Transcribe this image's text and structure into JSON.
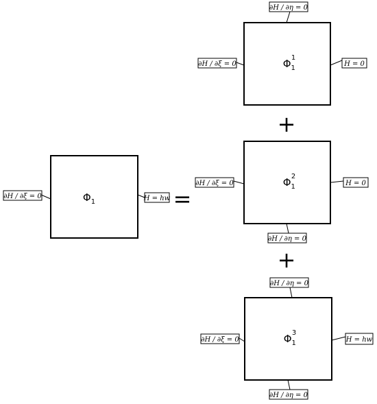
{
  "left": {
    "phi": "Φ",
    "phi_sub": "1",
    "phi_sup": "",
    "left_label": "∂H / ∂ξ = 0",
    "right_label": "H = hw"
  },
  "equals": "=",
  "plus": "+",
  "top": {
    "phi": "Φ",
    "phi_sub": "1",
    "phi_sup": "1",
    "top_label": "∂H / ∂η = 0",
    "left_label": "∂H / ∂ξ = 0",
    "right_label": "H = 0"
  },
  "middle": {
    "phi": "Φ",
    "phi_sub": "1",
    "phi_sup": "2",
    "left_label": "∂H / ∂ξ = 0",
    "right_label": "H = 0",
    "bottom_label": "∂H / ∂η = 0"
  },
  "bottom": {
    "phi": "Φ",
    "phi_sub": "1",
    "phi_sup": "3",
    "top_label": "∂H / ∂η = 0",
    "left_label": "∂H / ∂ξ = 0",
    "right_label": "H = hw",
    "bottom_label": "∂H / ∂η = 0"
  }
}
